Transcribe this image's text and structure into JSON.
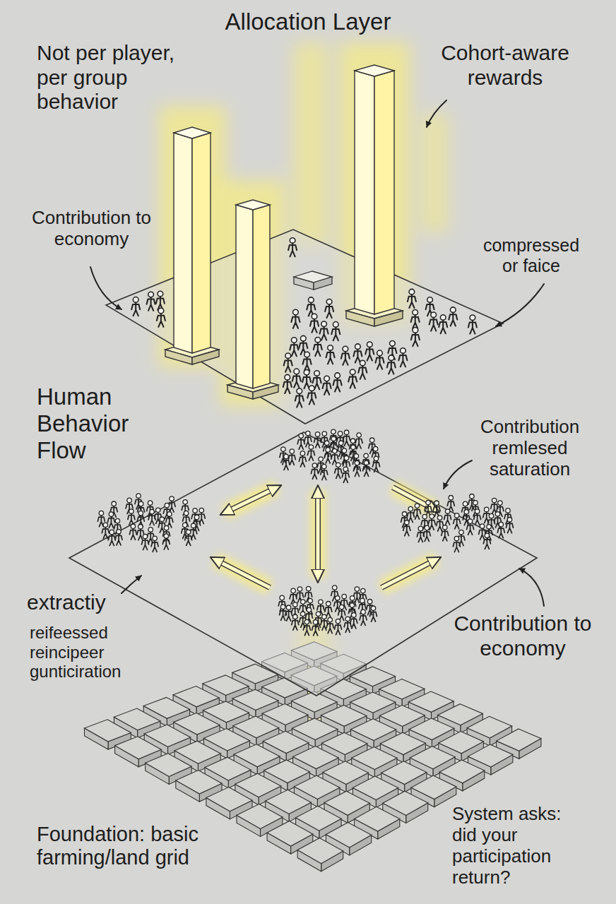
{
  "diagram": {
    "title": "Allocation Layer",
    "labels": [
      "Not per player, per group behavior",
      "Cohort-aware rewards",
      "Contribution to economy",
      "compressed or faice",
      "Human Behavior Flow",
      "Contribution remlesed saturation",
      "extractiy",
      "reifeessed reincipeer gunticiration",
      "Contribution to economy",
      "Foundation: basic farming/land grid",
      "System asks: did your participation return?"
    ]
  }
}
